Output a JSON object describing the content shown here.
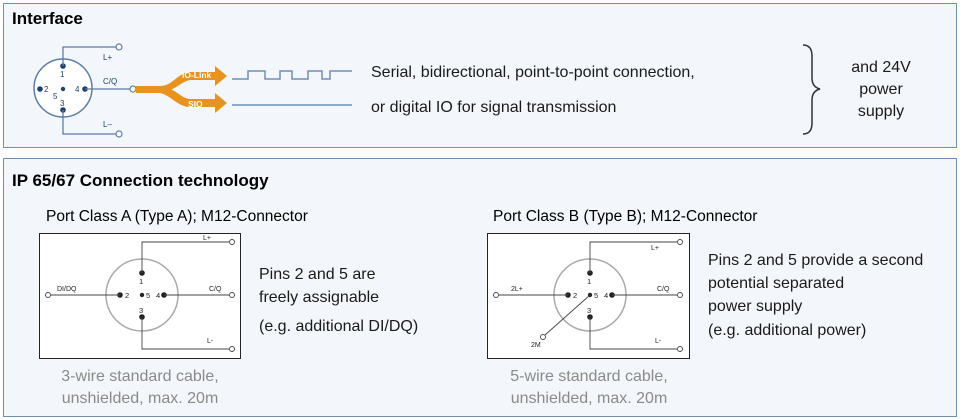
{
  "interface": {
    "title": "Interface",
    "connector": {
      "pin1": "1",
      "pin2": "2",
      "pin3": "3",
      "pin4": "4",
      "pin5": "5"
    },
    "labels": {
      "lplus": "L+",
      "cq": "C/Q",
      "lminus": "L–"
    },
    "arrow_iolink": "IO-Link",
    "arrow_sio": "SIO",
    "line1": "Serial, bidirectional, point-to-point connection,",
    "line2": "or digital IO for signal transmission",
    "brace_text": [
      "and 24V",
      "power",
      "supply"
    ]
  },
  "ip": {
    "title": "IP 65/67 Connection technology",
    "class_a": {
      "caption": "Port Class A (Type A); M12-Connector",
      "labels": {
        "lplus": "L+",
        "lminus": "L-",
        "cq": "C/Q",
        "didq": "DI/DQ"
      },
      "desc": [
        "Pins 2 and 5 are",
        "freely assignable"
      ],
      "note": "(e.g. additional DI/DQ)",
      "cable": [
        "3-wire standard cable,",
        "unshielded, max. 20m"
      ]
    },
    "class_b": {
      "caption": "Port Class B (Type B); M12-Connector",
      "labels": {
        "lplus": "L+",
        "lminus": "L-",
        "cq": "C/Q",
        "two_lplus": "2L+",
        "two_m": "2M"
      },
      "desc": [
        "Pins 2 and 5 provide a second",
        "potential separated",
        "power supply"
      ],
      "note": "(e.g. additional power)",
      "cable": [
        "5-wire standard cable,",
        "unshielded, max. 20m"
      ]
    }
  },
  "colors": {
    "accent": "#e8931e",
    "frame": "#6f8fb5",
    "line": "#5b7ea8",
    "panel": "#f3f6fa"
  }
}
